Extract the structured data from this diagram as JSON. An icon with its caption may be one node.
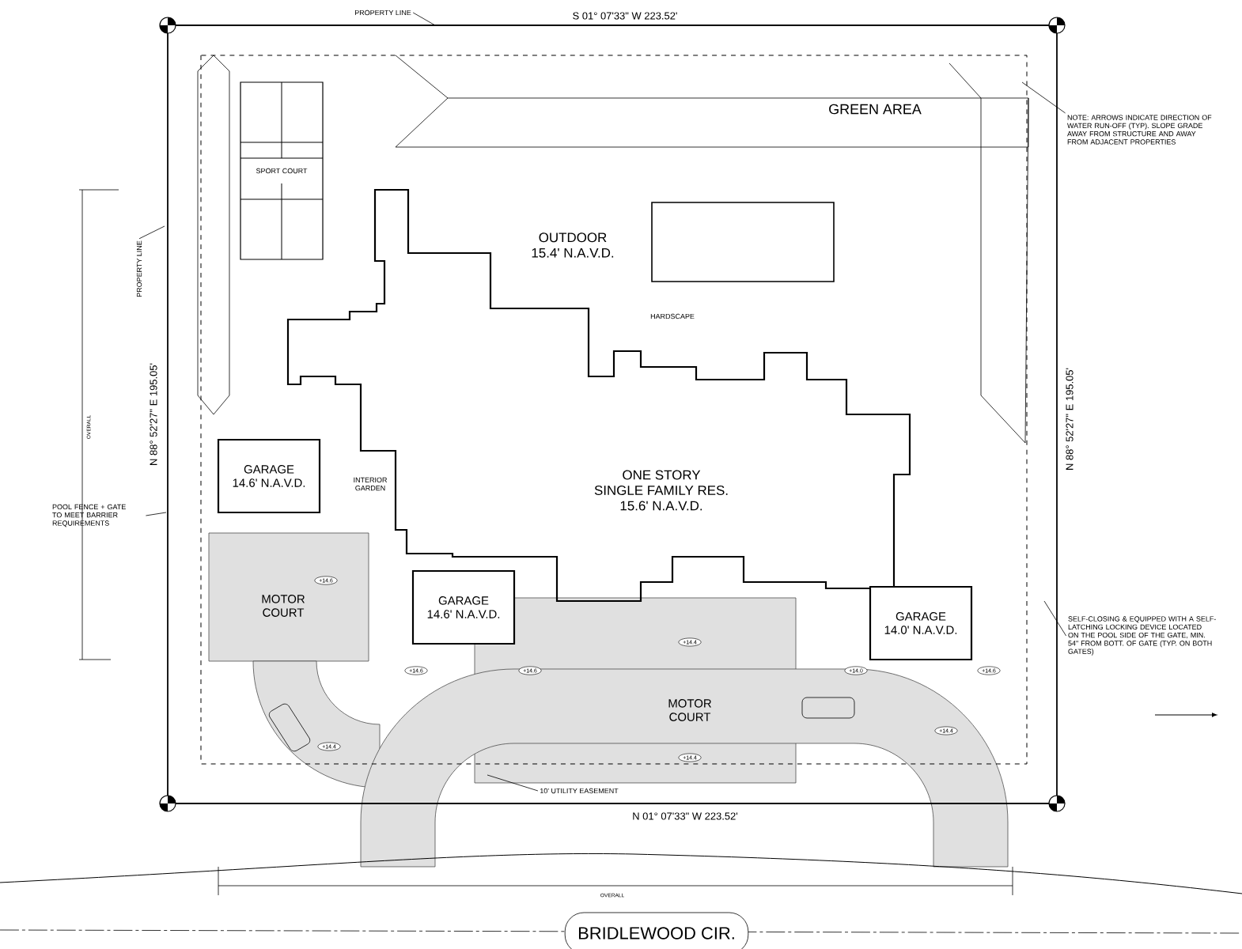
{
  "diagram": {
    "nodes": [
      {
        "text": [
          "PROPERTY LINE"
        ]
      },
      {
        "text": [
          "PROPERTY LINE"
        ]
      },
      {
        "text": [
          "SPORT COURT"
        ]
      },
      {
        "text": [
          "GREEN AREA"
        ]
      },
      {
        "text": [
          "OUTDOOR",
          "15.4' N.A.V.D."
        ]
      },
      {
        "text": [
          "HARDSCAPE"
        ]
      },
      {
        "text": [
          "ONE STORY",
          "SINGLE FAMILY RES.",
          "15.6' N.A.V.D."
        ]
      },
      {
        "text": [
          "GARAGE",
          "14.6' N.A.V.D."
        ]
      },
      {
        "text": [
          "INTERIOR GARDEN"
        ]
      },
      {
        "text": [
          "MOTOR COURT"
        ]
      },
      {
        "text": [
          "GARAGE",
          "14.6' N.A.V.D."
        ]
      },
      {
        "text": [
          "MOTOR COURT"
        ]
      },
      {
        "text": [
          "GARAGE",
          "14.0' N.A.V.D."
        ]
      },
      {
        "text": [
          "10' UTILITY EASEMENT"
        ]
      },
      {
        "text": [
          "BRIDLEWOOD CIR."
        ]
      },
      {
        "text": [
          "NOTE: ARROWS INDICATE DIRECTION OF WATER RUN-OFF (TYP). SLOPE GRADE AWAY FROM STRUCTURE AND AWAY FROM ADJACENT PROPERTIES"
        ]
      },
      {
        "text": [
          "POOL FENCE + GATE TO MEET BARRIER REQUIREMENTS"
        ]
      },
      {
        "text": [
          "SELF-CLOSING & EQUIPPED WITH A SELF-LATCHING LOCKING DEVICE LOCATED ON THE POOL SIDE OF THE GATE, MIN. 54\" FROM BOTT. OF GATE (TYP. ON BOTH GATES)"
        ]
      }
    ],
    "edges": [
      {
        "from": 0,
        "to": null,
        "arrow": "none"
      },
      {
        "from": 1,
        "to": null,
        "arrow": "none"
      },
      {
        "from": 13,
        "to": null,
        "arrow": "none"
      },
      {
        "from": 15,
        "to": null,
        "arrow": "none"
      },
      {
        "from": 16,
        "to": null,
        "arrow": "none"
      },
      {
        "from": 17,
        "to": null,
        "arrow": "none"
      }
    ],
    "labels": [
      "S 01° 07'33\" W 223.52'",
      "N 88° 52'27\" E 195.05'",
      "N 88° 52'27\" E 195.05'",
      "OVERALL",
      "N 01° 07'33\" W 223.52'",
      "OVERALL",
      "+14.6",
      "+14.4",
      "+14.6",
      "+14.6",
      "+14.4",
      "+14.4",
      "+14.0",
      "+14.6",
      "+14.4"
    ]
  }
}
